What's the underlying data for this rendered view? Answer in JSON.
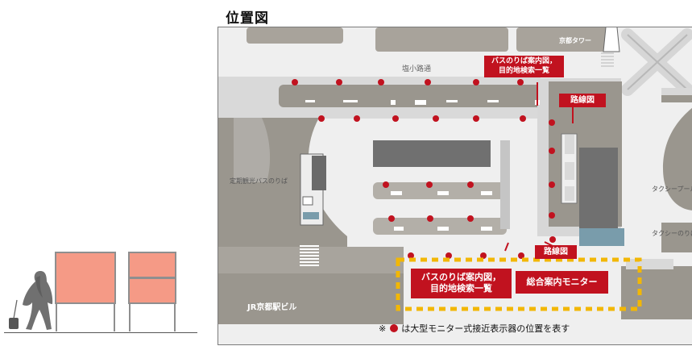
{
  "title": "位置図",
  "labels": {
    "kyoto_tower": "京都タワー",
    "shiokoji_street": "塩小路通",
    "jr_station_building": "JR京都駅ビル",
    "sightseeing_bus_stop": "定期観光バスのりば",
    "taxi_1": "タクシープール",
    "taxi_2": "タクシーのりば"
  },
  "callouts": {
    "bus_info_top": "バスのりば案内図，\n目的地検索一覧",
    "route_map_top": "路線図",
    "route_map_bottom": "路線図",
    "bus_info_bottom": "バスのりば案内図，\n目的地検索一覧",
    "general_info_monitor": "総合案内モニター"
  },
  "legend": {
    "prefix": "※",
    "text": "は大型モニター式接近表示器の位置を表す"
  },
  "colors": {
    "marker_red": "#c1121f",
    "highlight_yellow": "#f2b705",
    "sign_fill": "#f59a86"
  }
}
